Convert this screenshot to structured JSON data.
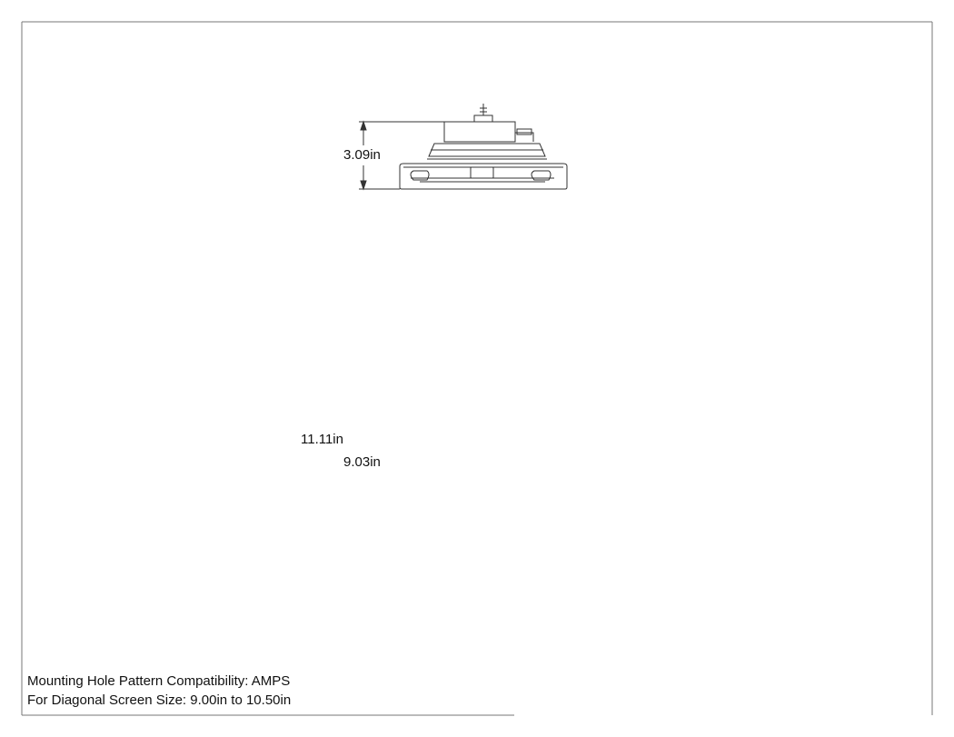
{
  "dimensions": {
    "height_top_view": "3.09in",
    "overall_length": "11.11in",
    "inner_length": "9.03in"
  },
  "notes": {
    "hole_pattern": "Mounting Hole Pattern Compatibility: AMPS",
    "screen_size": "For Diagonal Screen Size: 9.00in to 10.50in"
  },
  "colors": {
    "line": "#333333",
    "dashed": "#a8a8a8",
    "iso_dark": "#5a5a5a",
    "iso_mid": "#7c7c7c"
  }
}
